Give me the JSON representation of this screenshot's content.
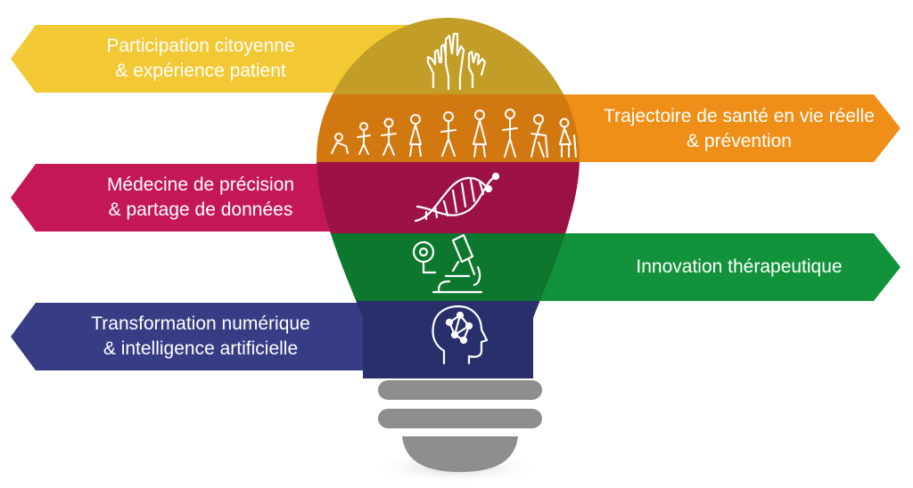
{
  "colors": {
    "yellow": "#f2c935",
    "orange": "#ef8f17",
    "magenta": "#c41856",
    "green": "#12933b",
    "navy": "#363d85",
    "base_gray": "#8e8e8e"
  },
  "banners": [
    {
      "id": "participation",
      "line1": "Participation citoyenne",
      "line2": "& expérience patient",
      "color": "#f2c935",
      "icon": "raised-hands-icon"
    },
    {
      "id": "trajectoire",
      "line1": "Trajectoire de santé en vie réelle",
      "line2": "& prévention",
      "color": "#ef8f17",
      "icon": "life-stages-icon"
    },
    {
      "id": "medecine",
      "line1": "Médecine de précision",
      "line2": "& partage de données",
      "color": "#c41856",
      "icon": "dna-icon"
    },
    {
      "id": "innovation",
      "line1": "Innovation thérapeutique",
      "line2": "",
      "color": "#12933b",
      "icon": "microscope-icon"
    },
    {
      "id": "transformation",
      "line1": "Transformation numérique",
      "line2": "& intelligence artificielle",
      "color": "#363d85",
      "icon": "ai-head-icon"
    }
  ]
}
